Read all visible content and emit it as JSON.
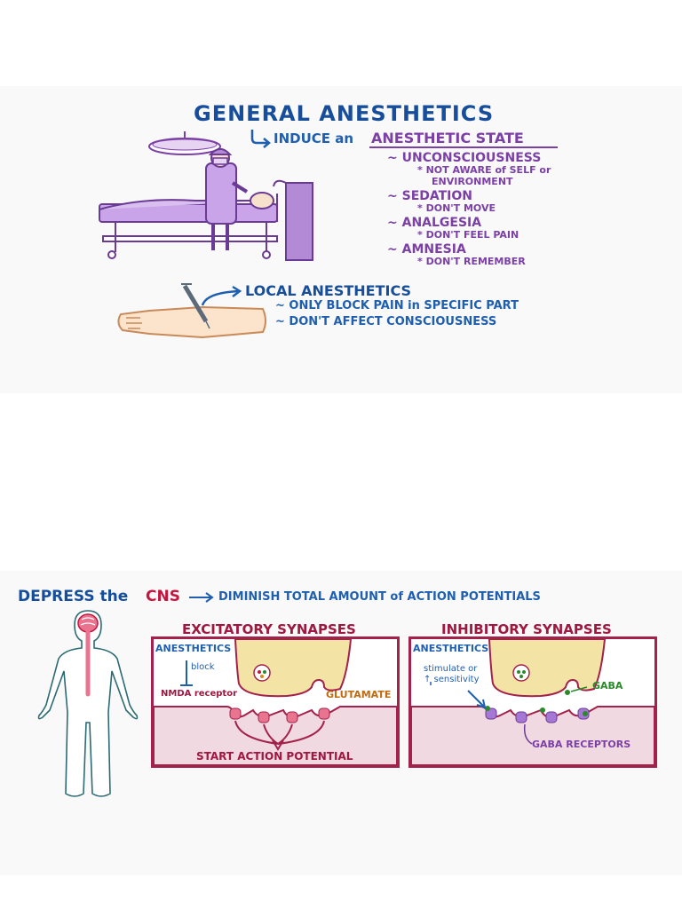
{
  "top": {
    "title": "GENERAL ANESTHETICS",
    "induce": {
      "prefix": "INDUCE an",
      "state": "ANESTHETIC STATE"
    },
    "items": [
      {
        "label": "~ UNCONSCIOUSNESS",
        "notes": [
          "* NOT AWARE of SELF or",
          "ENVIRONMENT"
        ]
      },
      {
        "label": "~ SEDATION",
        "notes": [
          "* DON'T MOVE"
        ]
      },
      {
        "label": "~ ANALGESIA",
        "notes": [
          "* DON'T FEEL PAIN"
        ]
      },
      {
        "label": "~ AMNESIA",
        "notes": [
          "* DON'T REMEMBER"
        ]
      }
    ],
    "local": {
      "title": "LOCAL ANESTHETICS",
      "points": [
        "~ ONLY BLOCK PAIN in SPECIFIC PART",
        "~ DON'T AFFECT CONSCIOUSNESS"
      ]
    }
  },
  "bottom": {
    "heading": {
      "prefix": "DEPRESS the",
      "cns": "CNS",
      "suffix": "DIMINISH TOTAL AMOUNT of ACTION POTENTIALS"
    },
    "excitatory": {
      "title": "EXCITATORY SYNAPSES",
      "anesthetics": "ANESTHETICS",
      "block": "block",
      "receptor": "NMDA receptor",
      "transmitter": "GLUTAMATE",
      "result": "START ACTION POTENTIAL"
    },
    "inhibitory": {
      "title": "INHIBITORY SYNAPSES",
      "anesthetics": "ANESTHETICS",
      "effect1": "stimulate or",
      "effect2": "↑ sensitivity",
      "transmitter": "GABA",
      "receptors": "GABA RECEPTORS"
    }
  },
  "colors": {
    "blue": "#1f5fb0",
    "purple": "#7b3fa6",
    "crimson": "#a0173f",
    "synapse_fill": "#f1d9e2",
    "terminal_fill": "#f3e4a6"
  }
}
